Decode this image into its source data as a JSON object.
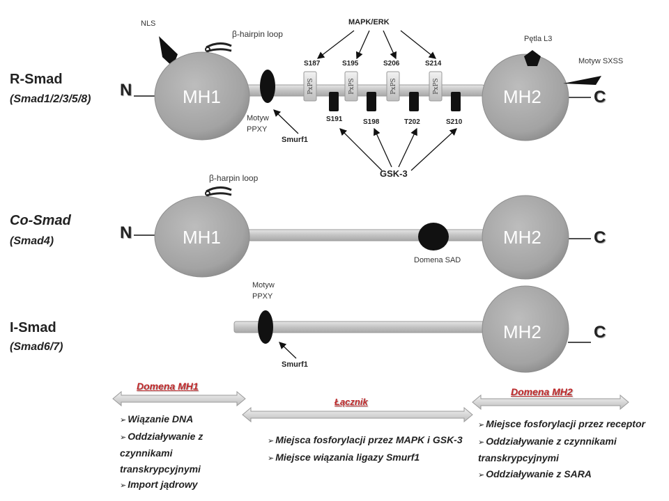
{
  "rows": {
    "rsmad": {
      "name": "R-Smad",
      "sub": "(Smad1/2/3/5/8)"
    },
    "cosmad": {
      "name": "Co-Smad",
      "sub": "(Smad4)"
    },
    "ismad": {
      "name": "I-Smad",
      "sub": "(Smad6/7)"
    }
  },
  "domains": {
    "mh1": "MH1",
    "mh2": "MH2"
  },
  "termini": {
    "n": "N",
    "c": "C"
  },
  "rsmad_labels": {
    "nls": "NLS",
    "hairpin": "β-hairpin loop",
    "motif_ppxy": [
      "Motyw",
      "PPXY"
    ],
    "smurf1": "Smurf1",
    "mapk_erk": "MAPK/ERK",
    "gsk3": "GSK-3",
    "petla_l3": "Pętla L3",
    "motyw_sxss": "Motyw SXSS",
    "pxps": "PxPS",
    "sites_top": [
      "S187",
      "S195",
      "S206",
      "S214"
    ],
    "sites_bottom": [
      "S191",
      "S198",
      "T202",
      "S210"
    ]
  },
  "cosmad_labels": {
    "hairpin": "β-harpin loop",
    "sad": "Domena SAD"
  },
  "ismad_labels": {
    "motif_ppxy": [
      "Motyw",
      "PPXY"
    ],
    "smurf1": "Smurf1"
  },
  "legend": {
    "mh1": {
      "title": "Domena MH1",
      "items": [
        "Wiązanie DNA",
        "Oddziaływanie z czynnikami transkrypcyjnymi",
        "Import jądrowy"
      ]
    },
    "linker": {
      "title": "Łącznik",
      "items": [
        "Miejsca fosforylacji przez MAPK i GSK-3",
        "Miejsce wiązania ligazy Smurf1"
      ]
    },
    "mh2": {
      "title": "Domena MH2",
      "items": [
        "Miejsce fosforylacji przez receptor",
        "Oddziaływanie z czynnikami transkrypcyjnymi",
        "Oddziaływanie z SARA"
      ]
    }
  },
  "colors": {
    "globe": "#a6a6a6",
    "globe_edge": "#8c8c8c",
    "linker": "#c8c8c8",
    "dark": "#111111",
    "legend_title": "#c0282a"
  }
}
